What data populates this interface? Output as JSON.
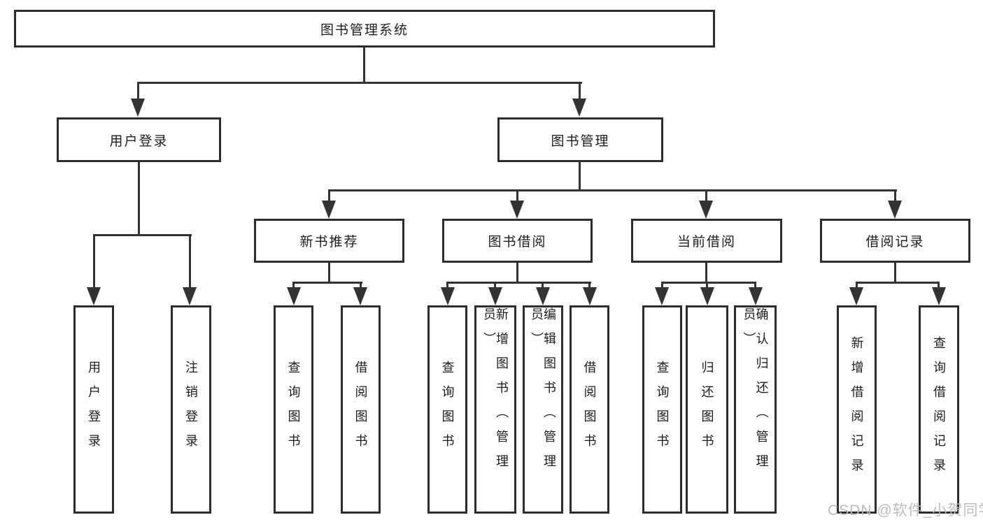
{
  "diagram": {
    "root": {
      "label": "图书管理系统"
    },
    "level2": [
      {
        "label": "用户登录"
      },
      {
        "label": "图书管理"
      }
    ],
    "level3": [
      {
        "label": "新书推荐"
      },
      {
        "label": "图书借阅"
      },
      {
        "label": "当前借阅"
      },
      {
        "label": "借阅记录"
      }
    ],
    "leaves": [
      {
        "label": "用户登录"
      },
      {
        "label": "注销登录"
      },
      {
        "label": "查询图书"
      },
      {
        "label": "借阅图书"
      },
      {
        "label": "查询图书"
      },
      {
        "label": "新增图书（管理员）"
      },
      {
        "label": "编辑图书（管理员）"
      },
      {
        "label": "借阅图书"
      },
      {
        "label": "查询图书"
      },
      {
        "label": "归还图书"
      },
      {
        "label": "确认归还（管理员）"
      },
      {
        "label": "新增借阅记录"
      },
      {
        "label": "查询借阅记录"
      }
    ],
    "watermark": "CSDN @软件_小贺同学",
    "colors": {
      "line": "#333333",
      "border": "#2d2d2d",
      "text": "#1c1c1c",
      "watermark": "#b9b9b9",
      "background": "#ffffff"
    }
  }
}
